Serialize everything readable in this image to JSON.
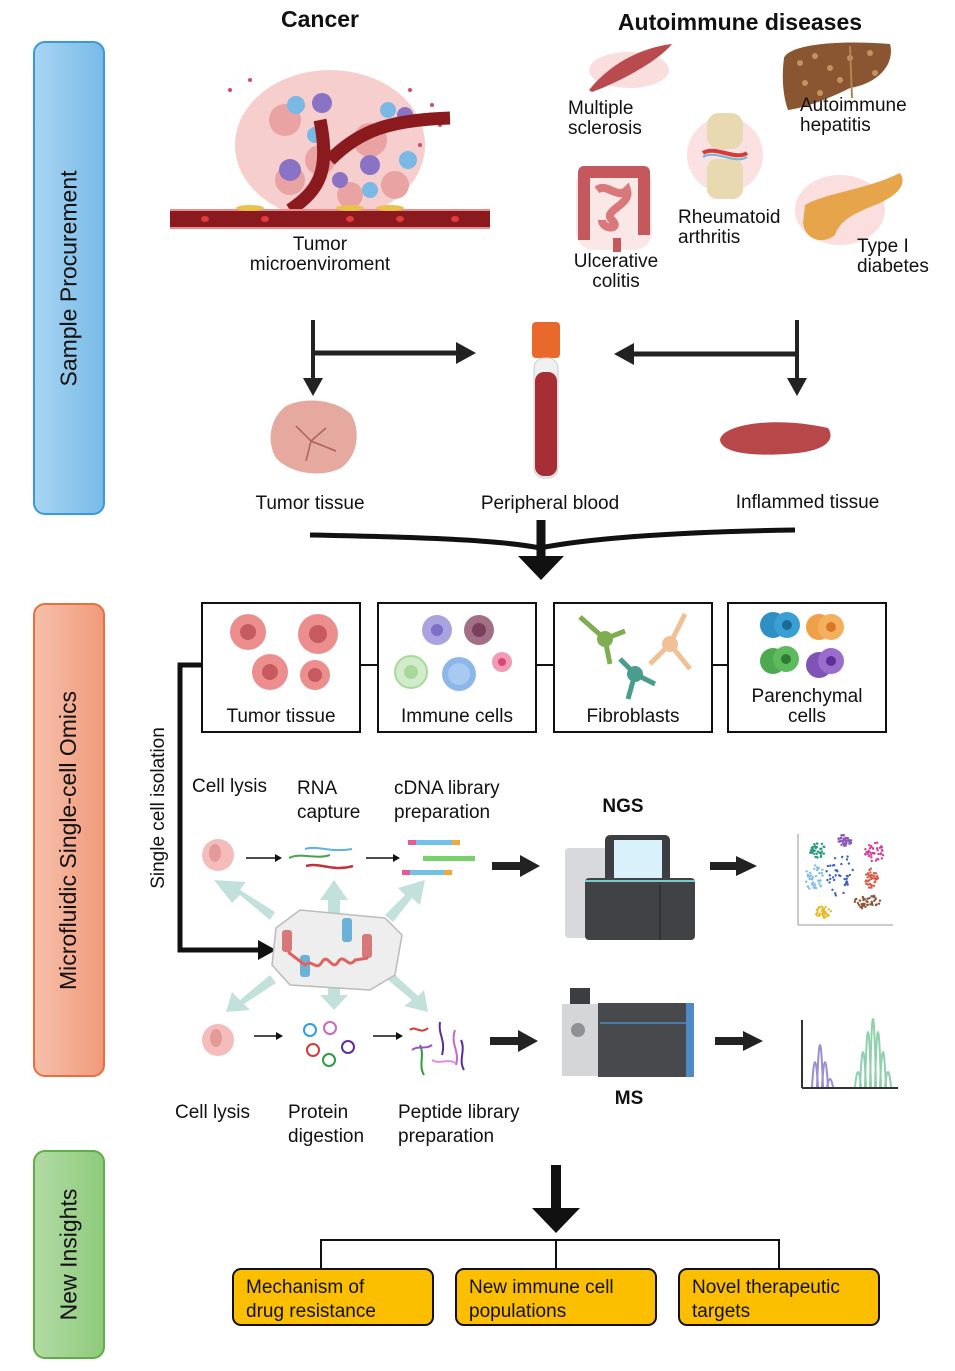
{
  "sections": {
    "sample_procurement": "Sample Procurement",
    "microfluidic_omics": "Microfluidic Single-cell Omics",
    "new_insights": "New Insights"
  },
  "headers": {
    "cancer": "Cancer",
    "autoimmune": "Autoimmune diseases"
  },
  "cancer": {
    "tme_line1": "Tumor",
    "tme_line2": "microenviroment"
  },
  "autoimmune_diseases": [
    {
      "line1": "Multiple",
      "line2": "sclerosis"
    },
    {
      "line1": "Autoimmune",
      "line2": "hepatitis"
    },
    {
      "line1": "Rheumatoid",
      "line2": "arthritis"
    },
    {
      "line1": "Ulcerative",
      "line2": "colitis"
    },
    {
      "line1": "Type I",
      "line2": "diabetes"
    }
  ],
  "samples": {
    "tumor_tissue": "Tumor tissue",
    "peripheral_blood": "Peripheral blood",
    "inflammed_tissue": "Inflammed tissue"
  },
  "cell_types": [
    {
      "label": "Tumor tissue"
    },
    {
      "label": "Immune  cells"
    },
    {
      "label": "Fibroblasts"
    },
    {
      "label_line1": "Parenchymal",
      "label_line2": "cells"
    }
  ],
  "isolation_label": "Single cell isolation",
  "rna_workflow": {
    "step1": "Cell lysis",
    "step2_line1": "RNA",
    "step2_line2": "capture",
    "step3_line1": "cDNA library",
    "step3_line2": "preparation",
    "instrument": "NGS"
  },
  "protein_workflow": {
    "step1": "Cell lysis",
    "step2_line1": "Protein",
    "step2_line2": "digestion",
    "step3_line1": "Peptide library",
    "step3_line2": "preparation",
    "instrument": "MS"
  },
  "insights": [
    {
      "line1": "Mechanism of",
      "line2": "drug  resistance"
    },
    {
      "line1": "New immune  cell",
      "line2": "populations"
    },
    {
      "line1": "Novel therapeutic",
      "line2": "targets"
    }
  ],
  "colors": {
    "sample_procurement": "#79bbe8",
    "microfluidic_omics": "#f19a7c",
    "new_insights": "#8fca7c",
    "insight_box": "#fbbf00",
    "arrow": "#111111"
  }
}
